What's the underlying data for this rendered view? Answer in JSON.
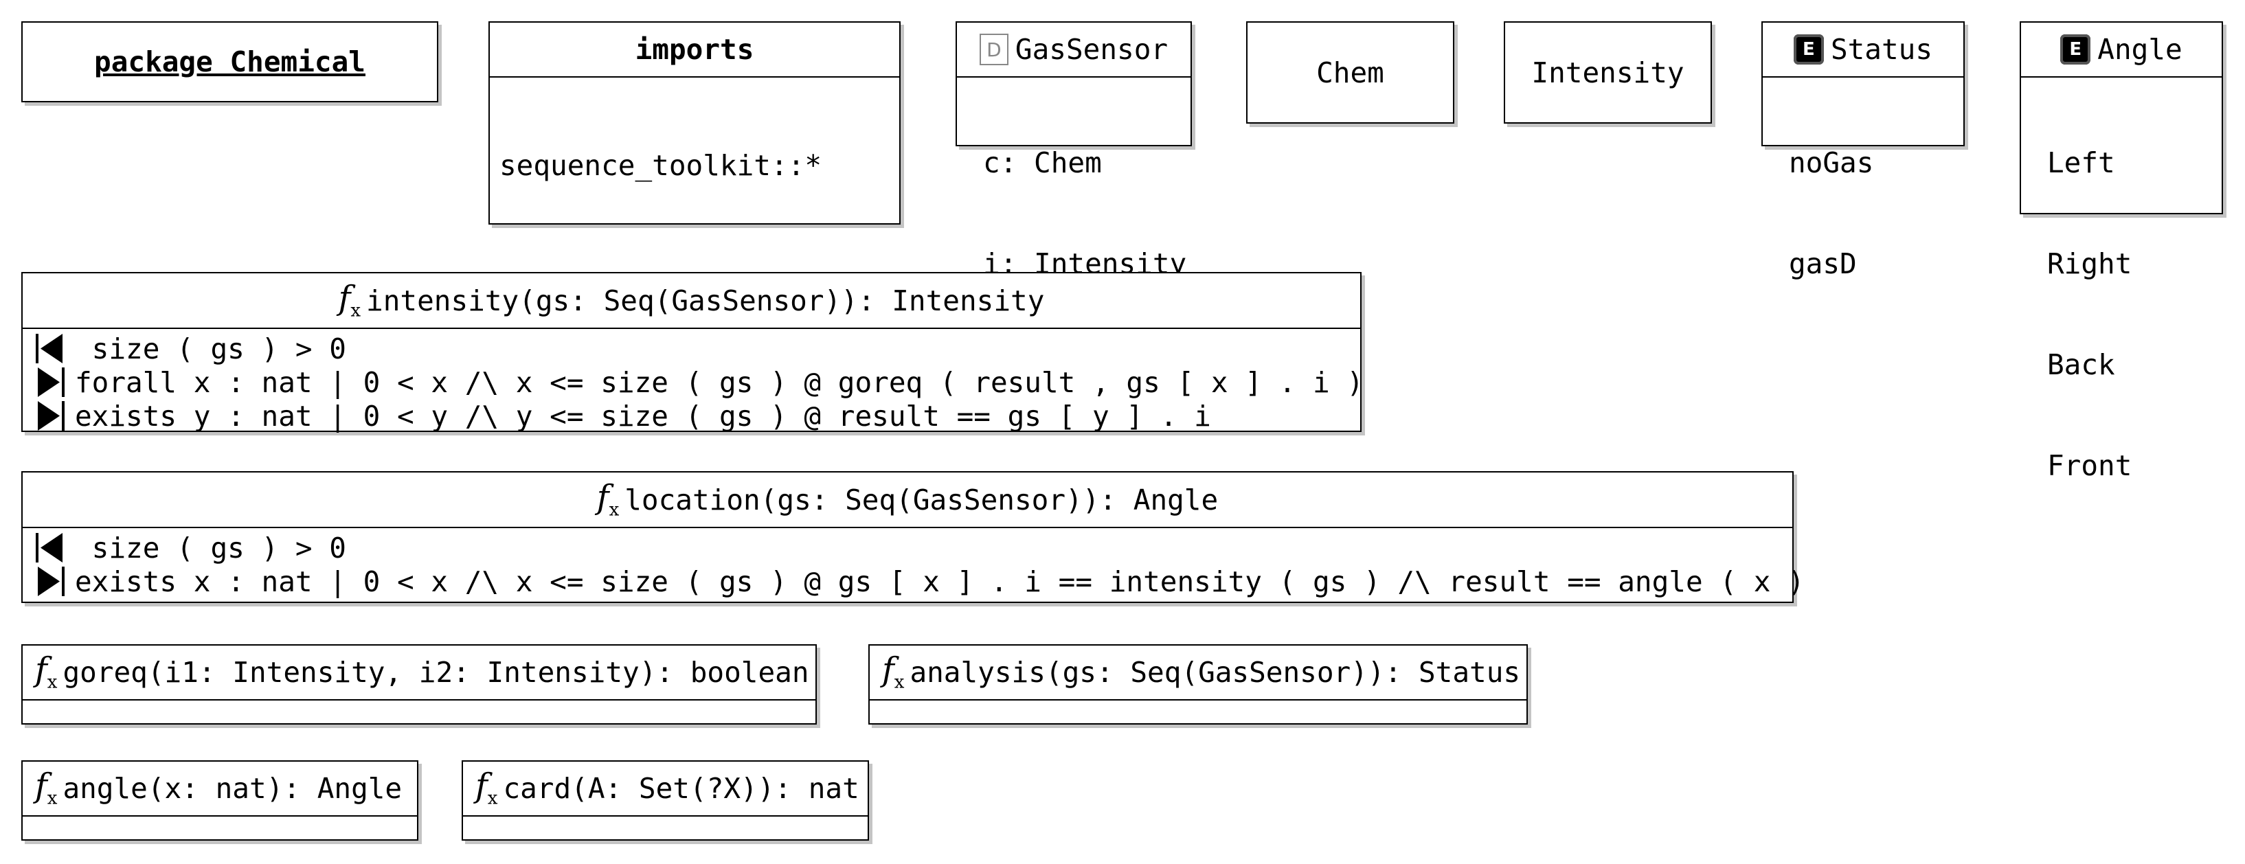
{
  "package": {
    "label": "package Chemical"
  },
  "imports": {
    "title": "imports",
    "lines": [
      "sequence_toolkit::*"
    ]
  },
  "gas_sensor": {
    "title": "GasSensor",
    "fields": [
      "c: Chem",
      "i: Intensity"
    ]
  },
  "chem": {
    "title": "Chem"
  },
  "intensity_type": {
    "title": "Intensity"
  },
  "status": {
    "title": "Status",
    "values": [
      "noGas",
      "gasD"
    ]
  },
  "angle": {
    "title": "Angle",
    "values": [
      "Left",
      "Right",
      "Back",
      "Front"
    ]
  },
  "functions": {
    "intensity": {
      "signature": "intensity(gs: Seq(GasSensor)): Intensity",
      "pre": [
        " size ( gs ) > 0"
      ],
      "post": [
        "forall x : nat | 0 < x /\\ x <= size ( gs ) @ goreq ( result , gs [ x ] . i )",
        "exists y : nat | 0 < y /\\ y <= size ( gs ) @ result == gs [ y ] . i"
      ]
    },
    "location": {
      "signature": "location(gs: Seq(GasSensor)): Angle",
      "pre": [
        " size ( gs ) > 0"
      ],
      "post": [
        "exists x : nat | 0 < x /\\ x <= size ( gs ) @ gs [ x ] . i == intensity ( gs ) /\\ result == angle ( x )"
      ]
    },
    "goreq": {
      "signature": "goreq(i1: Intensity, i2: Intensity): boolean"
    },
    "analysis": {
      "signature": "analysis(gs: Seq(GasSensor)): Status"
    },
    "angle_fn": {
      "signature": "angle(x: nat): Angle"
    },
    "card": {
      "signature": "card(A: Set(?X)): nat"
    }
  },
  "icons": {
    "function": "function-icon",
    "enum": "enum-icon",
    "record": "record-icon",
    "precondition": "precondition-triangle-icon",
    "postcondition": "postcondition-triangle-icon"
  }
}
